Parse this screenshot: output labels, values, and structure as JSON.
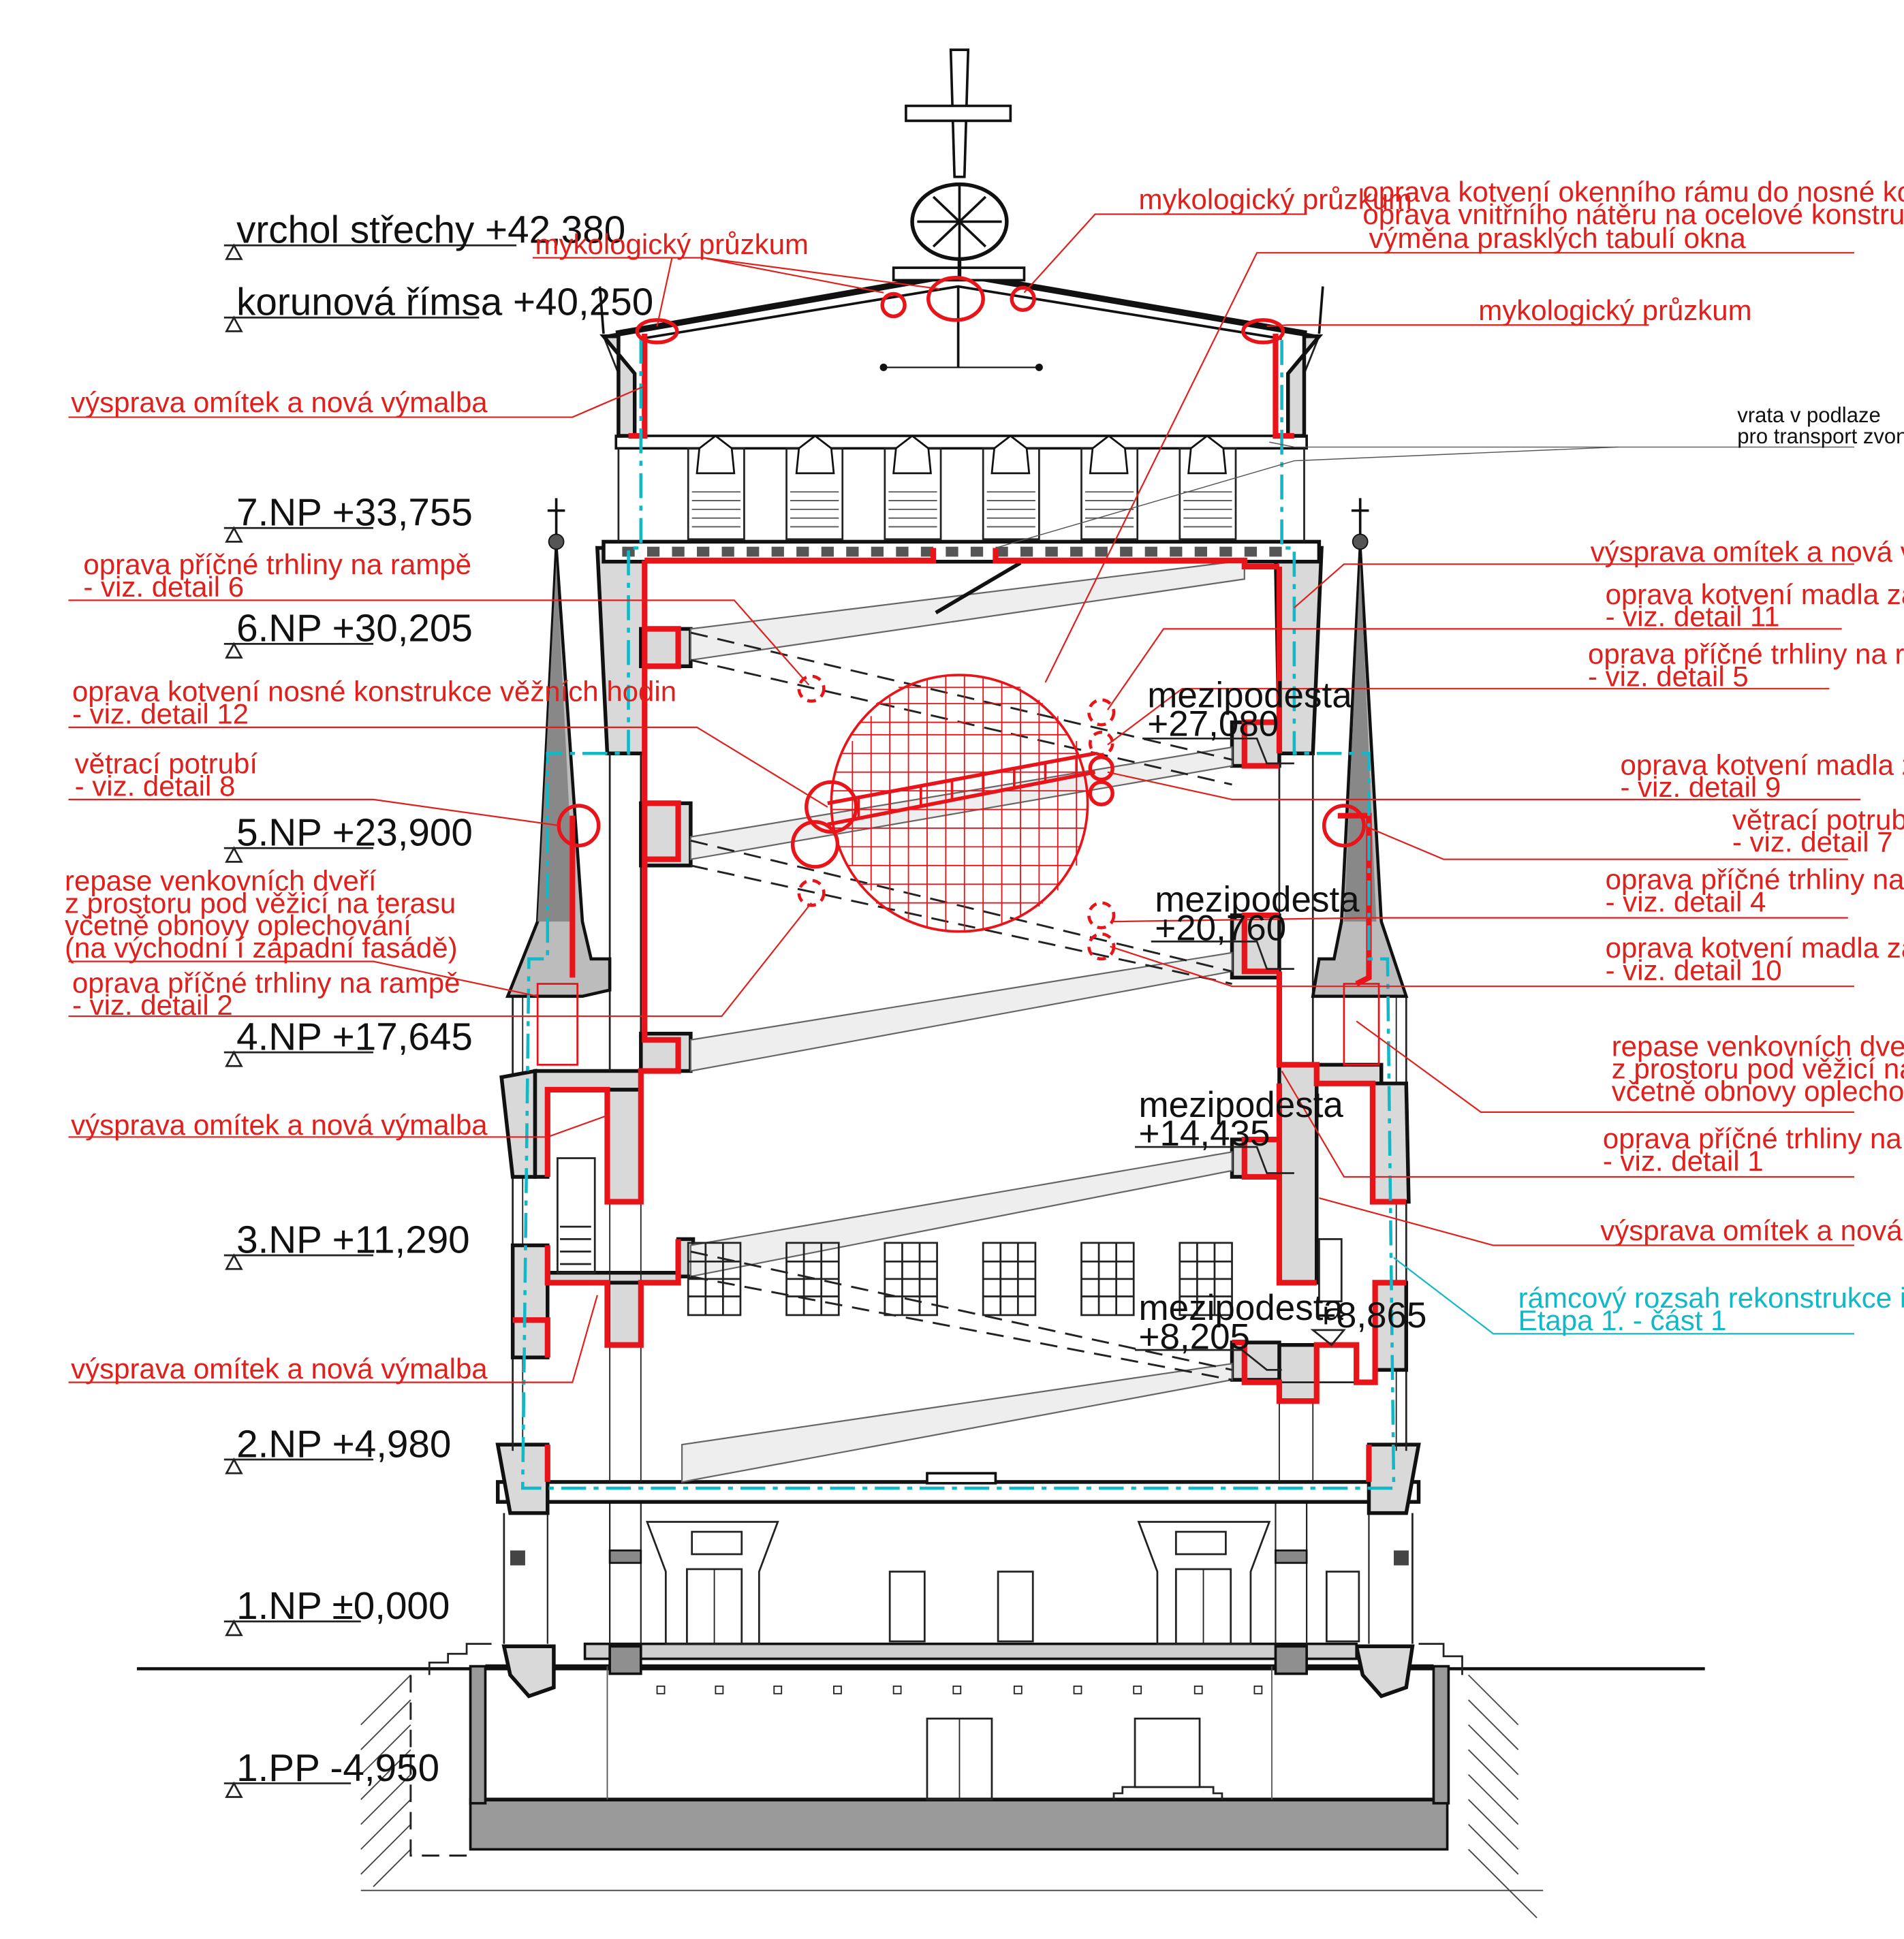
{
  "colors": {
    "accent_red": "#e8141a",
    "scope_cyan": "#11b8c8",
    "wall_gray": "#d9d9d9",
    "ink": "#111111"
  },
  "levels": [
    {
      "id": "roof-top",
      "text": "vrchol střechy  +42,380"
    },
    {
      "id": "cornice",
      "text": "korunová římsa +40,250"
    },
    {
      "id": "np7",
      "text": "7.NP +33,755"
    },
    {
      "id": "np6",
      "text": "6.NP +30,205"
    },
    {
      "id": "np5",
      "text": "5.NP +23,900"
    },
    {
      "id": "np4",
      "text": "4.NP +17,645"
    },
    {
      "id": "np3",
      "text": "3.NP +11,290"
    },
    {
      "id": "np2",
      "text": "2.NP +4,980"
    },
    {
      "id": "np1",
      "text": "1.NP ±0,000"
    },
    {
      "id": "pp1",
      "text": "1.PP -4,950"
    }
  ],
  "landings": [
    {
      "label": "mezipodesta",
      "value": "+27,080"
    },
    {
      "label": "mezipodesta",
      "value": "+20,760"
    },
    {
      "label": "mezipodesta",
      "value": "+14,435"
    },
    {
      "label": "mezipodesta",
      "value": "+8,205"
    }
  ],
  "spot_level": "+8,865",
  "annotations": {
    "myko_top_left": "mykologický průzkum",
    "myko_top_mid": "mykologický průzkum",
    "myko_right": "mykologický průzkum",
    "window_repair": [
      "oprava kotvení okenního rámu do nosné konstrukce,",
      "oprava vnitřního nátěru na ocelové konstrukci okenního otvoru",
      "výměna prasklých tabulí okna"
    ],
    "hatch_note": [
      "vrata v podlaze",
      "pro transport zvonů"
    ],
    "plaster_top_left": "výsprava omítek a nová výmalba",
    "plaster_mid_left": "výsprava omítek a nová výmalba",
    "plaster_low_left": "výsprava omítek a nová výmalba",
    "plaster_top_right": "výsprava omítek a nová výmalba",
    "plaster_low_right": "výsprava omítek a nová výmalba",
    "crack_d6": [
      "oprava příčné trhliny na rampě",
      "- viz. detail 6"
    ],
    "clock_d12": [
      "oprava kotvení nosné konstrukce věžních hodin",
      "- viz. detail 12"
    ],
    "vent_d8": [
      "větrací potrubí",
      "- viz. detail 8"
    ],
    "doors_left": [
      "repase venkovních dveří",
      "z prostoru pod věžicí na terasu",
      "včetně obnovy oplechování",
      "(na východní í západní fasádě)"
    ],
    "crack_d2": [
      "oprava příčné trhliny na rampě",
      "- viz. detail 2"
    ],
    "rail_d11": [
      "oprava kotvení madla zábradlí",
      "- viz. detail 11"
    ],
    "crack_d5": [
      "oprava příčné trhliny na rampě",
      "- viz. detail 5"
    ],
    "rail_d9": [
      "oprava kotvení madla zábradlí",
      "- viz. detail 9"
    ],
    "vent_d7": [
      "větrací potrubí",
      "- viz. detail 7"
    ],
    "crack_d4": [
      "oprava příčné trhliny na rampě",
      "- viz. detail 4"
    ],
    "rail_d10": [
      "oprava kotvení madla zábradlí",
      "- viz. detail 10"
    ],
    "doors_right": [
      "repase venkovních dveří",
      "z prostoru pod věžicí na terasu",
      "včetně obnovy oplechování"
    ],
    "crack_d1": [
      "oprava příčné trhliny na rampě",
      "- viz. detail 1"
    ],
    "scope": [
      "rámcový rozsah rekonstrukce interiéru věže",
      "Etapa 1. - část 1"
    ]
  }
}
